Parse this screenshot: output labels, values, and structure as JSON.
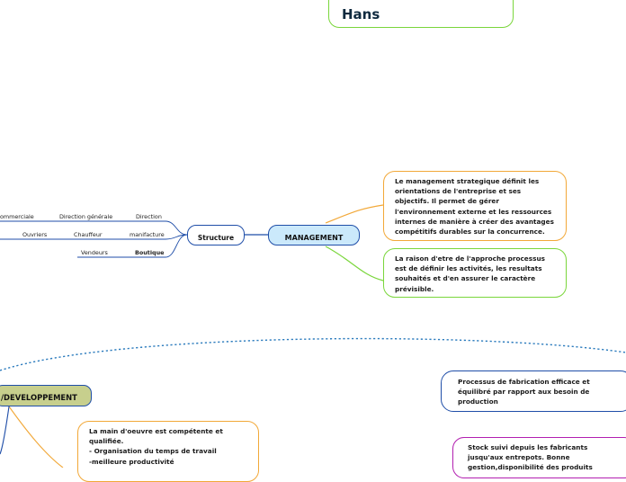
{
  "title_node": {
    "label": "Hans"
  },
  "management": {
    "label": "MANAGEMENT"
  },
  "structure": {
    "label": "Structure"
  },
  "strategy_note": {
    "text": "Le management strategique définit les orientations de l'entreprise et ses objectifs. Il permet de gérer l'environnement externe et les ressources internes de manière à créer des avantages compétitifs durables sur la concurrence."
  },
  "process_note": {
    "text": "La raison d'etre de l'approche processus est de définir les activités, les resultats souhaités et d'en assurer le caractère prévisible."
  },
  "structure_items": {
    "row1": [
      "ommerciale",
      "Direction générale",
      "Direction"
    ],
    "row2": [
      "Ouvriers",
      "Chauffeur",
      "manifacture"
    ],
    "row3": [
      "Vendeurs",
      "Boutique"
    ]
  },
  "developpement": {
    "label": "/DEVELOPPEMENT"
  },
  "workforce_note": {
    "text": "La main d'oeuvre est compétente et qualifiée.\n- Organisation du temps de travail\n-meilleure productivité"
  },
  "fabrication_note": {
    "text": "Processus de fabrication efficace et équilibré par rapport aux besoin de production"
  },
  "stock_note": {
    "text": "Stock suivi depuis les fabricants jusqu'aux entrepots. Bonne gestion,disponibilité des produits"
  },
  "colors": {
    "blue": "#1f4ea8",
    "orange": "#f2a838",
    "green": "#7ad63b",
    "purple": "#b21fb0",
    "olive": "#c7cf8d",
    "light_blue": "#cbe9fb"
  }
}
